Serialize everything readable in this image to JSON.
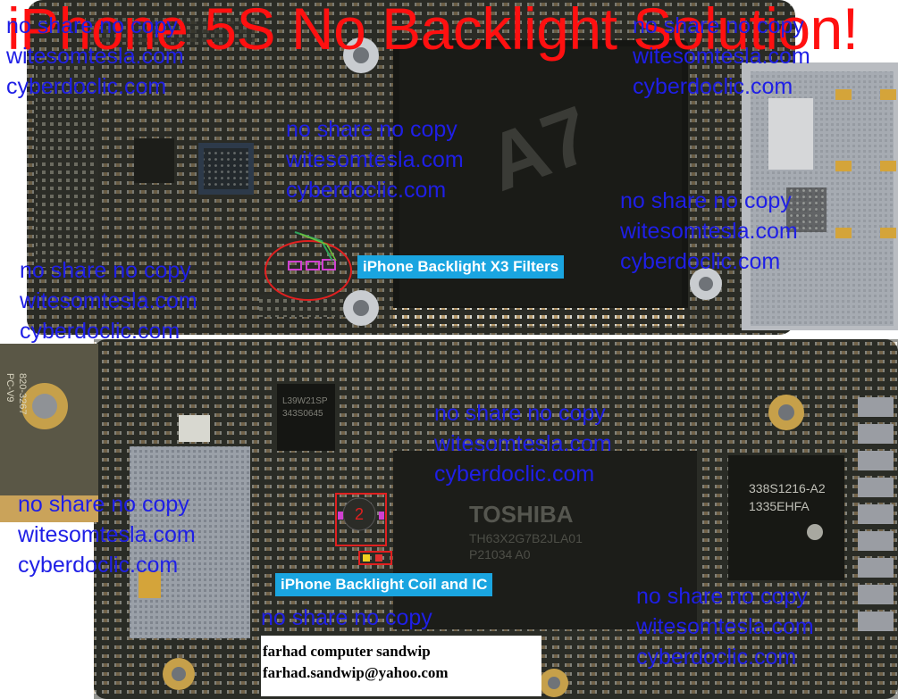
{
  "title": "iPhone 5S No Backlight Solution!",
  "watermark": {
    "line1": "no share no copy",
    "line2": "witesomtesla.com",
    "line3": "cyberdoclic.com"
  },
  "labels": {
    "filters": "iPhone Backlight X3 Filters",
    "coil": "iPhone Backlight Coil and IC",
    "marker_number": "2"
  },
  "chip_markings": {
    "a7_prefix": "A7",
    "toshiba": "TOSHIBA",
    "toshiba_line2": "TH63X2G7B2JLA01",
    "toshiba_line3": "P21034 A0",
    "ic1": "L39W21SP",
    "ic1_line2": "343S0645",
    "apple_line1": "338S1216-A2",
    "apple_line2": "1335EHFA",
    "connector1": "PC-V9",
    "connector2": "820-3267"
  },
  "credit": {
    "name": "farhad computer sandwip",
    "email": "farhad.sandwip@yahoo.com"
  },
  "colors": {
    "title": "#ff1010",
    "watermark": "#1f1fe6",
    "banner": "#1aa5e0",
    "board": "#2a2b25",
    "highlight_red": "#e02020",
    "highlight_magenta": "#d040d0"
  }
}
